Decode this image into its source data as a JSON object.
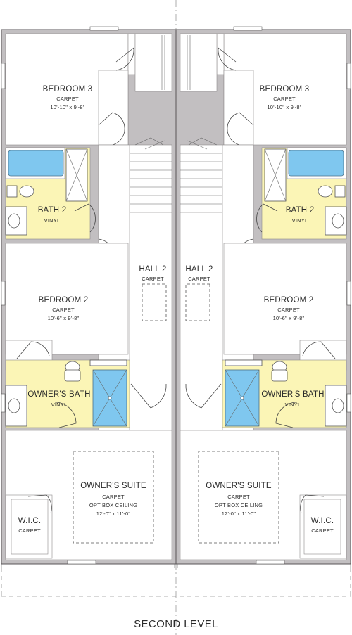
{
  "title": "SECOND LEVEL",
  "units": [
    {
      "bedroom3": {
        "name": "BEDROOM 3",
        "floor": "CARPET",
        "size": "10'-10\" x 9'-8\""
      },
      "bath2": {
        "name": "BATH 2",
        "floor": "VINYL"
      },
      "hall2": {
        "name": "HALL 2",
        "floor": "CARPET"
      },
      "bedroom2": {
        "name": "BEDROOM 2",
        "floor": "CARPET",
        "size": "10'-6\" x 9'-8\""
      },
      "owners_bath": {
        "name": "OWNER'S BATH",
        "floor": "VINYL"
      },
      "owners_suite": {
        "name": "OWNER'S SUITE",
        "floor": "CARPET",
        "note": "OPT BOX CEILING",
        "size": "12'-0\" x 11'-0\""
      },
      "wic": {
        "name": "W.I.C.",
        "floor": "CARPET"
      }
    },
    {
      "bedroom3": {
        "name": "BEDROOM 3",
        "floor": "CARPET",
        "size": "10'-10\" x 9'-8\""
      },
      "bath2": {
        "name": "BATH 2",
        "floor": "VINYL"
      },
      "hall2": {
        "name": "HALL 2",
        "floor": "CARPET"
      },
      "bedroom2": {
        "name": "BEDROOM 2",
        "floor": "CARPET",
        "size": "10'-6\" x 9'-8\""
      },
      "owners_bath": {
        "name": "OWNER'S BATH",
        "floor": "VINYL"
      },
      "owners_suite": {
        "name": "OWNER'S SUITE",
        "floor": "CARPET",
        "note": "OPT BOX CEILING",
        "size": "12'-0\" x 11'-0\""
      },
      "wic": {
        "name": "W.I.C.",
        "floor": "CARPET"
      }
    }
  ]
}
